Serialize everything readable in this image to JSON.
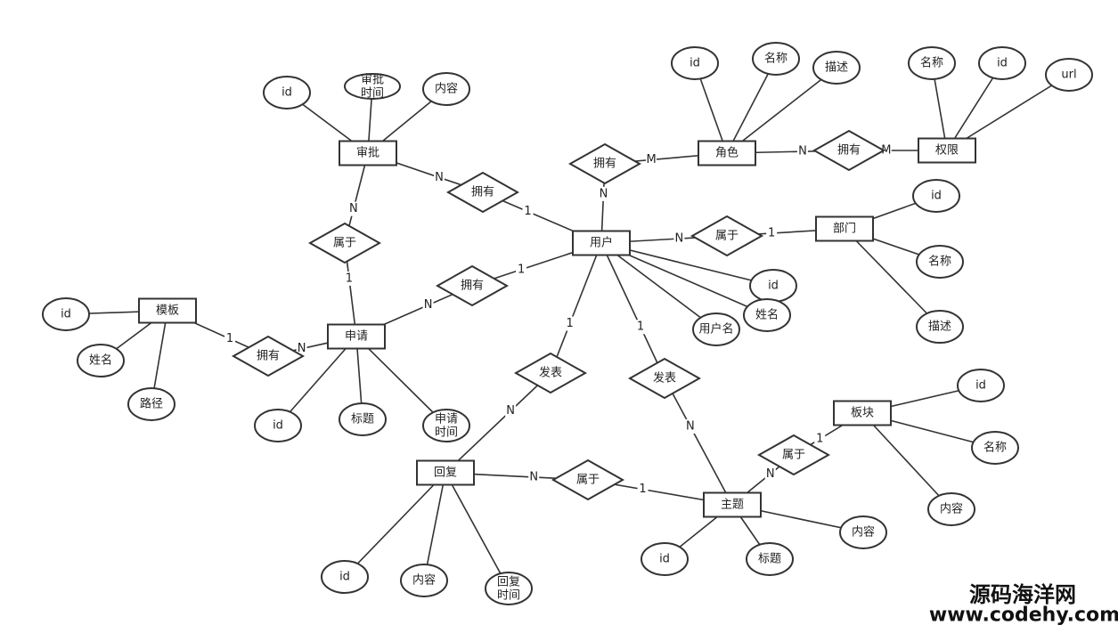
{
  "diagram": {
    "entities": [
      {
        "id": "shenpi",
        "label": "审批"
      },
      {
        "id": "juese",
        "label": "角色"
      },
      {
        "id": "quanxian",
        "label": "权限"
      },
      {
        "id": "yonghu",
        "label": "用户"
      },
      {
        "id": "bumen",
        "label": "部门"
      },
      {
        "id": "muban",
        "label": "模板"
      },
      {
        "id": "shenqing",
        "label": "申请"
      },
      {
        "id": "bankuai",
        "label": "板块"
      },
      {
        "id": "huifu",
        "label": "回复"
      },
      {
        "id": "zhuti",
        "label": "主题"
      }
    ],
    "relationships": [
      {
        "id": "r_sp_yh",
        "label": "拥有"
      },
      {
        "id": "r_yh_js",
        "label": "拥有"
      },
      {
        "id": "r_js_qx",
        "label": "拥有"
      },
      {
        "id": "r_sp_sq",
        "label": "属于"
      },
      {
        "id": "r_yh_bm",
        "label": "属于"
      },
      {
        "id": "r_sq_yh",
        "label": "拥有"
      },
      {
        "id": "r_mb_sq",
        "label": "拥有"
      },
      {
        "id": "r_fb1",
        "label": "发表"
      },
      {
        "id": "r_fb2",
        "label": "发表"
      },
      {
        "id": "r_zt_bk",
        "label": "属于"
      },
      {
        "id": "r_hf_zt",
        "label": "属于"
      }
    ],
    "attributes": [
      {
        "id": "a_sp_id",
        "label": "id",
        "of": "shenpi"
      },
      {
        "id": "a_sp_time",
        "label": "审批时间",
        "of": "shenpi"
      },
      {
        "id": "a_sp_content",
        "label": "内容",
        "of": "shenpi"
      },
      {
        "id": "a_js_id",
        "label": "id",
        "of": "juese"
      },
      {
        "id": "a_js_name",
        "label": "名称",
        "of": "juese"
      },
      {
        "id": "a_js_desc",
        "label": "描述",
        "of": "juese"
      },
      {
        "id": "a_qx_name",
        "label": "名称",
        "of": "quanxian"
      },
      {
        "id": "a_qx_id",
        "label": "id",
        "of": "quanxian"
      },
      {
        "id": "a_qx_url",
        "label": "url",
        "of": "quanxian"
      },
      {
        "id": "a_bm_id",
        "label": "id",
        "of": "bumen"
      },
      {
        "id": "a_bm_name",
        "label": "名称",
        "of": "bumen"
      },
      {
        "id": "a_bm_desc",
        "label": "描述",
        "of": "bumen"
      },
      {
        "id": "a_yh_id",
        "label": "id",
        "of": "yonghu"
      },
      {
        "id": "a_yh_name",
        "label": "姓名",
        "of": "yonghu"
      },
      {
        "id": "a_yh_uname",
        "label": "用户名",
        "of": "yonghu"
      },
      {
        "id": "a_mb_id",
        "label": "id",
        "of": "muban"
      },
      {
        "id": "a_mb_name",
        "label": "姓名",
        "of": "muban"
      },
      {
        "id": "a_mb_path",
        "label": "路径",
        "of": "muban"
      },
      {
        "id": "a_sq_id",
        "label": "id",
        "of": "shenqing"
      },
      {
        "id": "a_sq_title",
        "label": "标题",
        "of": "shenqing"
      },
      {
        "id": "a_sq_time",
        "label": "申请时间",
        "of": "shenqing"
      },
      {
        "id": "a_bk_id",
        "label": "id",
        "of": "bankuai"
      },
      {
        "id": "a_bk_name",
        "label": "名称",
        "of": "bankuai"
      },
      {
        "id": "a_bk_content",
        "label": "内容",
        "of": "bankuai"
      },
      {
        "id": "a_hf_id",
        "label": "id",
        "of": "huifu"
      },
      {
        "id": "a_hf_content",
        "label": "内容",
        "of": "huifu"
      },
      {
        "id": "a_hf_time",
        "label": "回复时间",
        "of": "huifu"
      },
      {
        "id": "a_zt_id",
        "label": "id",
        "of": "zhuti"
      },
      {
        "id": "a_zt_title",
        "label": "标题",
        "of": "zhuti"
      },
      {
        "id": "a_zt_content",
        "label": "内容",
        "of": "zhuti"
      }
    ],
    "links": [
      {
        "from": "shenpi",
        "to": "r_sp_yh",
        "card": "N"
      },
      {
        "from": "r_sp_yh",
        "to": "yonghu",
        "card": "1"
      },
      {
        "from": "r_yh_js",
        "to": "juese",
        "card": "M"
      },
      {
        "from": "yonghu",
        "to": "r_yh_js",
        "card": "N"
      },
      {
        "from": "juese",
        "to": "r_js_qx",
        "card": "N"
      },
      {
        "from": "r_js_qx",
        "to": "quanxian",
        "card": "M"
      },
      {
        "from": "shenpi",
        "to": "r_sp_sq",
        "card": "N"
      },
      {
        "from": "r_sp_sq",
        "to": "shenqing",
        "card": "1"
      },
      {
        "from": "yonghu",
        "to": "r_yh_bm",
        "card": "N"
      },
      {
        "from": "r_yh_bm",
        "to": "bumen",
        "card": "1"
      },
      {
        "from": "shenqing",
        "to": "r_sq_yh",
        "card": "N"
      },
      {
        "from": "r_sq_yh",
        "to": "yonghu",
        "card": "1"
      },
      {
        "from": "muban",
        "to": "r_mb_sq",
        "card": "1"
      },
      {
        "from": "r_mb_sq",
        "to": "shenqing",
        "card": "N"
      },
      {
        "from": "yonghu",
        "to": "r_fb1",
        "card": "1"
      },
      {
        "from": "r_fb1",
        "to": "huifu",
        "card": "N"
      },
      {
        "from": "yonghu",
        "to": "r_fb2",
        "card": "1"
      },
      {
        "from": "r_fb2",
        "to": "zhuti",
        "card": "N"
      },
      {
        "from": "zhuti",
        "to": "r_zt_bk",
        "card": "N"
      },
      {
        "from": "r_zt_bk",
        "to": "bankuai",
        "card": "1"
      },
      {
        "from": "huifu",
        "to": "r_hf_zt",
        "card": "N"
      },
      {
        "from": "r_hf_zt",
        "to": "zhuti",
        "card": "1"
      }
    ]
  },
  "watermark": {
    "line1": "源码海洋网",
    "line2": "www.codehy.com"
  }
}
